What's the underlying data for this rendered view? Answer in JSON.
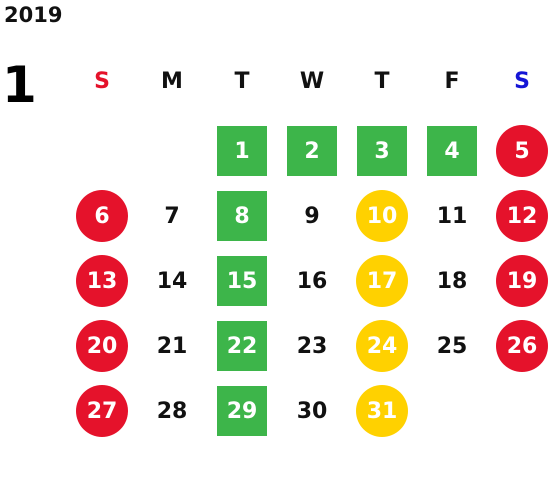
{
  "year": "2019",
  "month": "1",
  "weekdays": [
    {
      "label": "S",
      "color": "#e5122b"
    },
    {
      "label": "M",
      "color": "#111111"
    },
    {
      "label": "T",
      "color": "#111111"
    },
    {
      "label": "W",
      "color": "#111111"
    },
    {
      "label": "T",
      "color": "#111111"
    },
    {
      "label": "F",
      "color": "#111111"
    },
    {
      "label": "S",
      "color": "#1515d6"
    }
  ],
  "colors": {
    "green": "#3db54a",
    "red": "#e5122b",
    "yellow": "#ffd100"
  },
  "days": [
    {
      "n": "1",
      "style": "green"
    },
    {
      "n": "2",
      "style": "green"
    },
    {
      "n": "3",
      "style": "green"
    },
    {
      "n": "4",
      "style": "green"
    },
    {
      "n": "5",
      "style": "red"
    },
    {
      "n": "6",
      "style": "red"
    },
    {
      "n": "7",
      "style": "plain"
    },
    {
      "n": "8",
      "style": "green"
    },
    {
      "n": "9",
      "style": "plain"
    },
    {
      "n": "10",
      "style": "yellow"
    },
    {
      "n": "11",
      "style": "plain"
    },
    {
      "n": "12",
      "style": "red"
    },
    {
      "n": "13",
      "style": "red"
    },
    {
      "n": "14",
      "style": "plain"
    },
    {
      "n": "15",
      "style": "green"
    },
    {
      "n": "16",
      "style": "plain"
    },
    {
      "n": "17",
      "style": "yellow"
    },
    {
      "n": "18",
      "style": "plain"
    },
    {
      "n": "19",
      "style": "red"
    },
    {
      "n": "20",
      "style": "red"
    },
    {
      "n": "21",
      "style": "plain"
    },
    {
      "n": "22",
      "style": "green"
    },
    {
      "n": "23",
      "style": "plain"
    },
    {
      "n": "24",
      "style": "yellow"
    },
    {
      "n": "25",
      "style": "plain"
    },
    {
      "n": "26",
      "style": "red"
    },
    {
      "n": "27",
      "style": "red"
    },
    {
      "n": "28",
      "style": "plain"
    },
    {
      "n": "29",
      "style": "green"
    },
    {
      "n": "30",
      "style": "plain"
    },
    {
      "n": "31",
      "style": "yellow"
    }
  ],
  "first_weekday_index": 2
}
